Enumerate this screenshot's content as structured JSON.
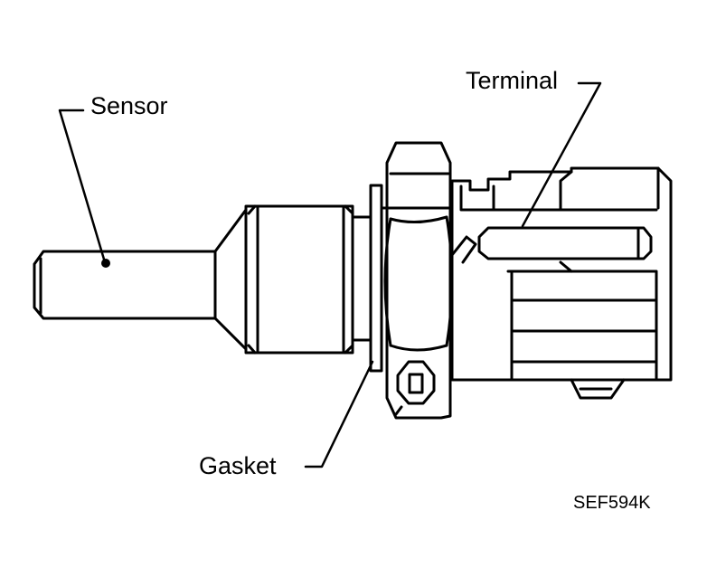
{
  "labels": {
    "sensor": "Sensor",
    "terminal": "Terminal",
    "gasket": "Gasket",
    "figure_code": "SEF594K"
  },
  "colors": {
    "line": "#000000",
    "background": "#ffffff"
  }
}
